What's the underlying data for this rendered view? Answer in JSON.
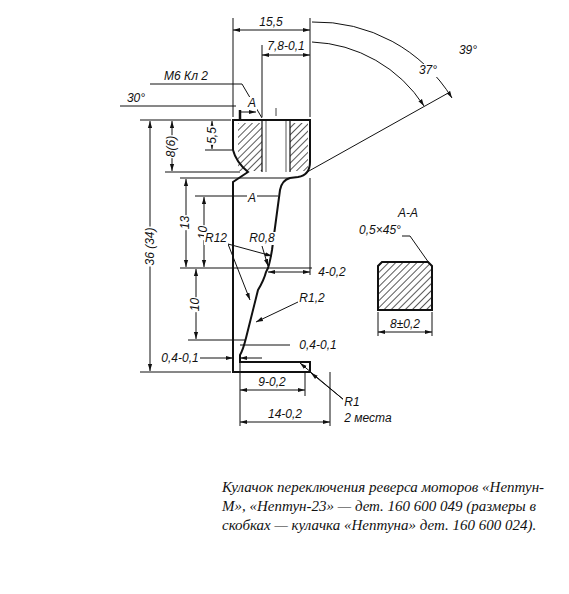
{
  "diagram": {
    "caption": "Кулачок переключения реверса моторов «Нептун-М», «Нептун-23» — дет. 160 600 049 (размеры в скобках — кулачка «Нептуна» дет. 160 600 024).",
    "labels": [
      "15,5",
      "7,8-0,1",
      "39°",
      "37°",
      "М6 Кл 2",
      "30°",
      "А",
      "5,5",
      "8(6)",
      "13",
      "36 (34)",
      "10",
      "R12",
      "R0,8",
      "10",
      "4-0,2",
      "R1,2",
      "0,4-0,1",
      "0,4-0,1",
      "А",
      "9-0,2",
      "14-0,2",
      "R1",
      "2 места",
      "А-А",
      "0,5×45°",
      "8±0,2"
    ]
  }
}
